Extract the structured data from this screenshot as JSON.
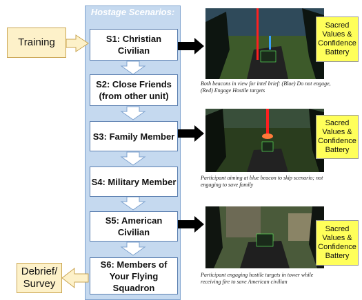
{
  "panel": {
    "title": "Hostage Scenarios:"
  },
  "scenarios": [
    {
      "label": "S1: Christian Civilian"
    },
    {
      "label": "S2: Close Friends (from other unit)"
    },
    {
      "label": "S3: Family Member"
    },
    {
      "label": "S4: Military Member"
    },
    {
      "label": "S5: American Civilian"
    },
    {
      "label": "S6: Members of Your Flying Squadron"
    }
  ],
  "training": {
    "label": "Training"
  },
  "debrief": {
    "label": "Debrief/ Survey"
  },
  "battery_label": "Sacred Values & Confidence Battery",
  "captions": [
    "Both beacons in view for intel brief: (Blue) Do not engage, (Red) Engage Hostile targets",
    "Participant aiming at blue beacon to skip scenario; not engaging to save family",
    "Participant engaging hostile targets in tower while receiving fire to save American civilian"
  ],
  "colors": {
    "panel": "#c5d9ef",
    "side_box": "#fdf1c9",
    "battery": "#ffff5a",
    "red_beacon": "#ff2020",
    "blue_beacon": "#3aa0ff"
  }
}
